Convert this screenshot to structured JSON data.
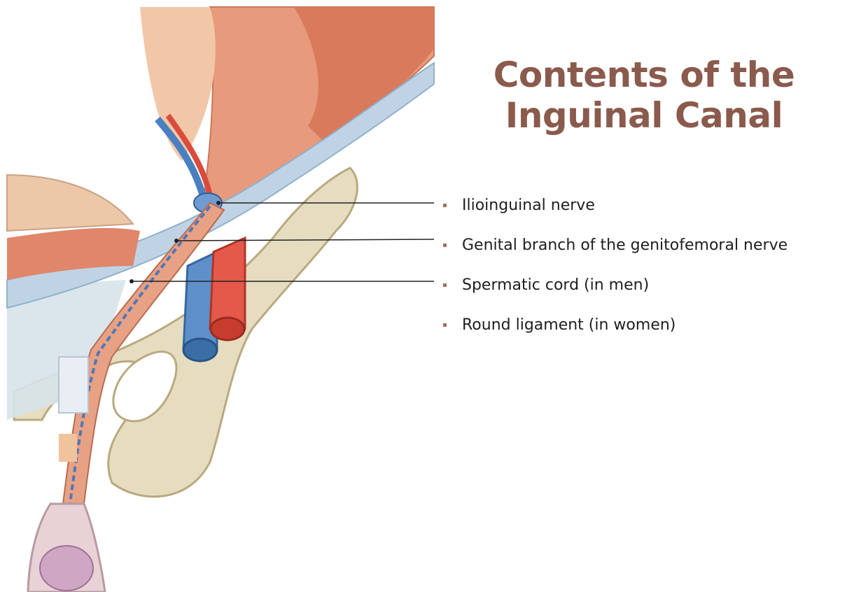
{
  "title": "Contents of the Inguinal Canal",
  "bullets": [
    "Ilioinguinal nerve",
    "Genital branch of the genitofemoral nerve",
    "Spermatic cord (in men)",
    "Round ligament (in women)"
  ],
  "colors": {
    "title": "#8a5a4c",
    "bullet_marker": "#a07060",
    "leader_line": "#222222"
  }
}
